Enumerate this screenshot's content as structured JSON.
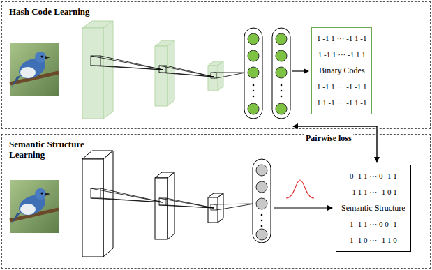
{
  "diagram": {
    "nodes": [
      {
        "text": [
          "Hash Code Learning"
        ]
      },
      {
        "text": [
          "1 -1 1 ··· -1 1 -1",
          "1 -1 1 ··· -1 1 1",
          "Binary Codes",
          "1 -1 1 ··· -1 -1 1",
          "1 1 -1 ··· -1 1 -1"
        ],
        "in": 0
      },
      {
        "text": [
          "Semantic Structure Learning"
        ]
      },
      {
        "text": [
          "0 -1 1 ··· 0 -1 1",
          "-1 1 1 ··· -1 0 1",
          "Semantic Structure",
          "1 -1 1 ··· 0 0 -1",
          "1 -1 0 ··· -1 1 0"
        ],
        "in": 2
      }
    ],
    "labels": [
      "Pairwise loss"
    ]
  }
}
